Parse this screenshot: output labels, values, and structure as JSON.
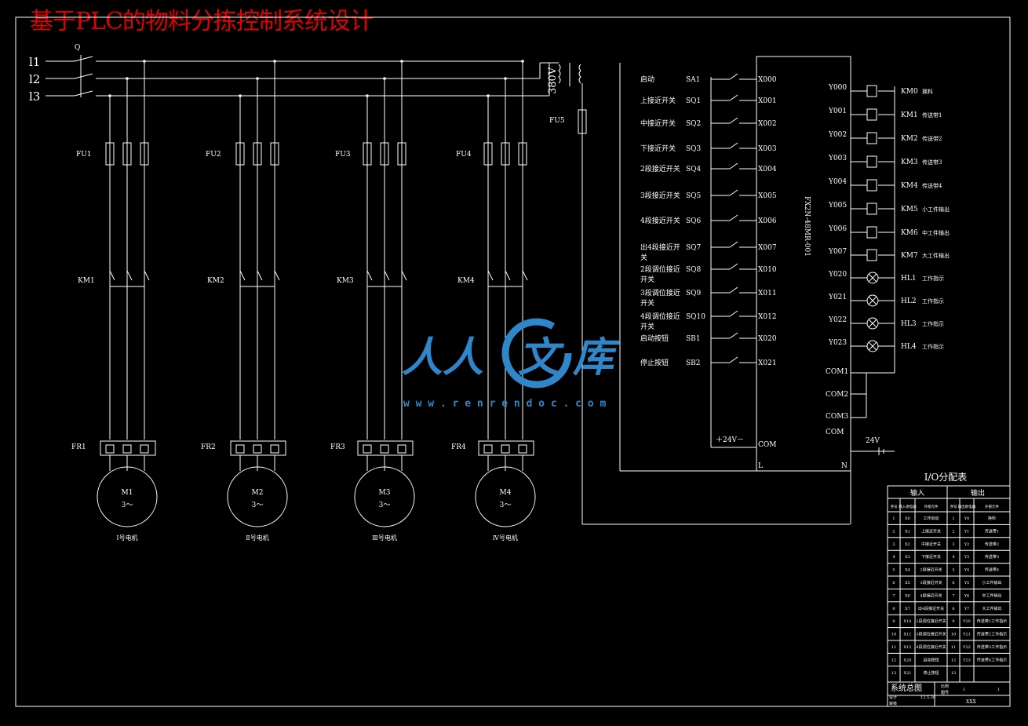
{
  "title": "基于PLC的物料分拣控制系统设计",
  "lines": [
    "l1",
    "l2",
    "l3"
  ],
  "switch_q": "Q",
  "transformer_v": "380V",
  "fu5": "FU5",
  "motors": [
    {
      "fu": "FU1",
      "km": "KM1",
      "fr": "FR1",
      "m": "M1",
      "phase": "3～",
      "name": "Ⅰ号电机"
    },
    {
      "fu": "FU2",
      "km": "KM2",
      "fr": "FR2",
      "m": "M2",
      "phase": "3～",
      "name": "Ⅱ号电机"
    },
    {
      "fu": "FU3",
      "km": "KM3",
      "fr": "FR3",
      "m": "M3",
      "phase": "3～",
      "name": "Ⅲ号电机"
    },
    {
      "fu": "FU4",
      "km": "KM4",
      "fr": "FR4",
      "m": "M4",
      "phase": "3～",
      "name": "Ⅳ号电机"
    }
  ],
  "inputs": [
    {
      "desc": "启动",
      "tag": "SA1",
      "addr": "X000"
    },
    {
      "desc": "上接近开关",
      "tag": "SQ1",
      "addr": "X001"
    },
    {
      "desc": "中接近开关",
      "tag": "SQ2",
      "addr": "X002"
    },
    {
      "desc": "下接近开关",
      "tag": "SQ3",
      "addr": "X003"
    },
    {
      "desc": "2段接近开关",
      "tag": "SQ4",
      "addr": "X004"
    },
    {
      "desc": "3段接近开关",
      "tag": "SQ5",
      "addr": "X005"
    },
    {
      "desc": "4段接近开关",
      "tag": "SQ6",
      "addr": "X006"
    },
    {
      "desc": "出4段接近开关",
      "tag": "SQ7",
      "addr": "X007"
    },
    {
      "desc": "2段调位接近开关",
      "tag": "SQ8",
      "addr": "X010"
    },
    {
      "desc": "3段调位接近开关",
      "tag": "SQ9",
      "addr": "X011"
    },
    {
      "desc": "4段调位接近开关",
      "tag": "SQ10",
      "addr": "X012"
    },
    {
      "desc": "启动按钮",
      "tag": "SB1",
      "addr": "X020"
    },
    {
      "desc": "停止按钮",
      "tag": "SB2",
      "addr": "X021"
    }
  ],
  "plc_model": "FX2N-48MR-001",
  "plc_24v": "＋24V－",
  "plc_com": "COM",
  "plc_l": "L",
  "plc_n": "N",
  "outputs": [
    {
      "addr": "Y000",
      "tag": "KM0",
      "desc": "换料"
    },
    {
      "addr": "Y001",
      "tag": "KM1",
      "desc": "传送带1"
    },
    {
      "addr": "Y002",
      "tag": "KM2",
      "desc": "传送带2"
    },
    {
      "addr": "Y003",
      "tag": "KM3",
      "desc": "传送带3"
    },
    {
      "addr": "Y004",
      "tag": "KM4",
      "desc": "传送带4"
    },
    {
      "addr": "Y005",
      "tag": "KM5",
      "desc": "小工件输出"
    },
    {
      "addr": "Y006",
      "tag": "KM6",
      "desc": "中工件输出"
    },
    {
      "addr": "Y007",
      "tag": "KM7",
      "desc": "大工件输出"
    },
    {
      "addr": "Y020",
      "tag": "HL1",
      "desc": "工作指示"
    },
    {
      "addr": "Y021",
      "tag": "HL2",
      "desc": "工作指示"
    },
    {
      "addr": "Y022",
      "tag": "HL3",
      "desc": "工作指示"
    },
    {
      "addr": "Y023",
      "tag": "HL4",
      "desc": "工作指示"
    }
  ],
  "coms": [
    "COM1",
    "COM2",
    "COM3",
    "COM"
  ],
  "out_24v": "24V",
  "io_table": {
    "title": "I/O分配表",
    "in_header": "输入",
    "out_header": "输出",
    "cols": [
      "序号",
      "输入继电器",
      "外部元件",
      "序号",
      "输出继电器",
      "外部元件"
    ],
    "rows": [
      [
        "1",
        "X0",
        "工作启动",
        "1",
        "Y0",
        "换料"
      ],
      [
        "2",
        "X1",
        "上接近开关",
        "2",
        "Y1",
        "传送带1"
      ],
      [
        "3",
        "X2",
        "中接近开关",
        "3",
        "Y2",
        "传送带2"
      ],
      [
        "4",
        "X3",
        "下接近开关",
        "4",
        "Y3",
        "传送带3"
      ],
      [
        "5",
        "X4",
        "2段接近开关",
        "5",
        "Y4",
        "传送带4"
      ],
      [
        "6",
        "X5",
        "3段接近开关",
        "6",
        "Y5",
        "小工件输出"
      ],
      [
        "7",
        "X6",
        "4段接近开关",
        "7",
        "Y6",
        "中工件输出"
      ],
      [
        "8",
        "X7",
        "出4段接近开关",
        "8",
        "Y7",
        "大工件输出"
      ],
      [
        "9",
        "X10",
        "2段调位接近开关",
        "9",
        "Y20",
        "传送带1工作指示"
      ],
      [
        "10",
        "X11",
        "3段调位接近开关",
        "10",
        "Y21",
        "传送带2工作指示"
      ],
      [
        "11",
        "X12",
        "4段调位接近开关",
        "11",
        "Y22",
        "传送带3工作指示"
      ],
      [
        "12",
        "X20",
        "启动按钮",
        "12",
        "Y23",
        "传送带4工作指示"
      ],
      [
        "13",
        "X21",
        "停止按钮",
        "13",
        "",
        ""
      ]
    ],
    "footer_title": "系统总图",
    "footer_a": "比例",
    "footer_b": "图号",
    "footer_c": "1",
    "footer_d": "1",
    "footer_e": "设计",
    "footer_f": "审核",
    "footer_g": "12.5.20",
    "footer_h": "XXX"
  },
  "watermark": {
    "text_left": "人人",
    "text_circle": "文",
    "text_right": "库",
    "url": "w w w . r e n r e n d o c . c o m"
  }
}
